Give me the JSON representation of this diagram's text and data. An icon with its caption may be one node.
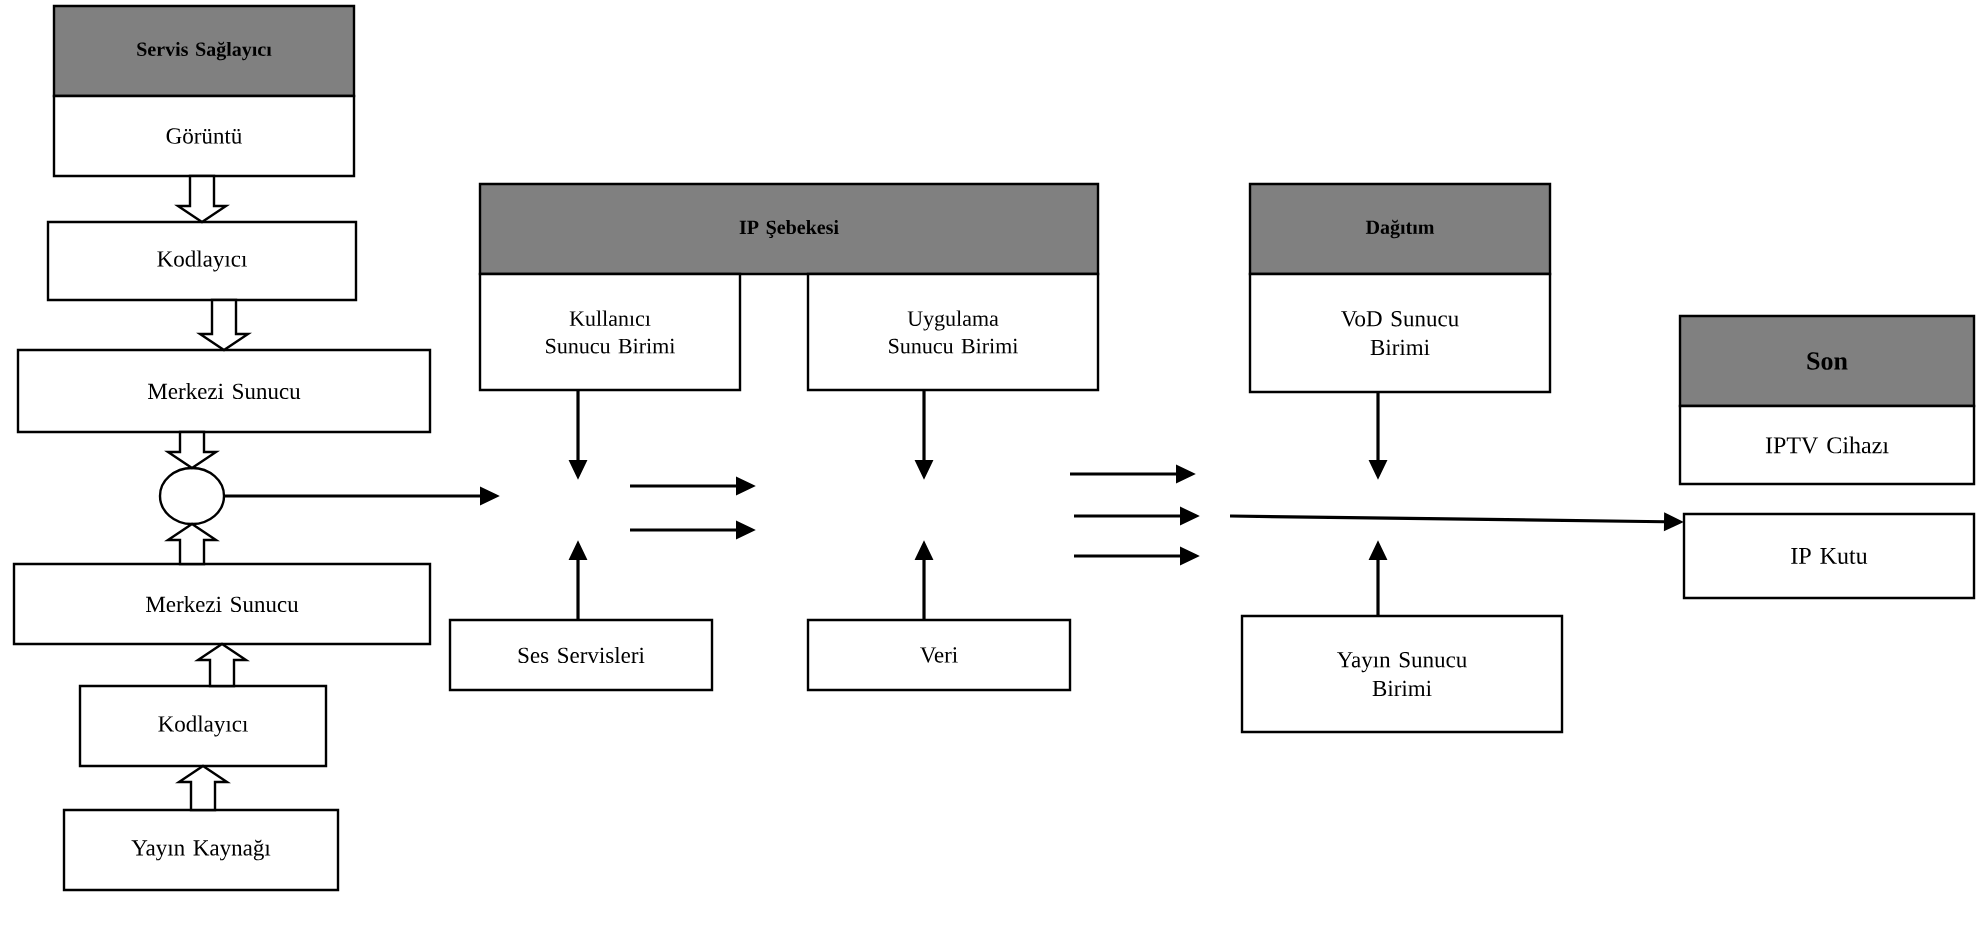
{
  "diagram": {
    "nodes": [
      {
        "text": [
          "Servis Sağlayıcı"
        ]
      },
      {
        "text": [
          "Görüntü"
        ]
      },
      {
        "text": [
          "Kodlayıcı"
        ]
      },
      {
        "text": [
          "Merkezi Sunucu"
        ]
      },
      {
        "text": [],
        "shape": "circle"
      },
      {
        "text": [
          "Merkezi Sunucu"
        ]
      },
      {
        "text": [
          "Kodlayıcı"
        ]
      },
      {
        "text": [
          "Yayın Kaynağı"
        ]
      },
      {
        "text": [
          "IP Şebekesi"
        ]
      },
      {
        "text": [
          "Kullanıcı Sunucu Birimi"
        ]
      },
      {
        "text": [
          "Uygulama Sunucu Birimi"
        ]
      },
      {
        "text": [
          "Ses Servisleri"
        ]
      },
      {
        "text": [
          "Veri"
        ]
      },
      {
        "text": [
          "Dağıtım"
        ]
      },
      {
        "text": [
          "VoD Sunucu Birimi"
        ]
      },
      {
        "text": [
          "Yayın Sunucu Birimi"
        ]
      },
      {
        "text": [
          "Son"
        ]
      },
      {
        "text": [
          "IPTV Cihazı"
        ]
      },
      {
        "text": [
          "IP Kutu"
        ]
      }
    ],
    "edges": [
      {
        "from": 1,
        "to": 2,
        "arrow": "to"
      },
      {
        "from": 2,
        "to": 3,
        "arrow": "to"
      },
      {
        "from": 3,
        "to": 4,
        "arrow": "to"
      },
      {
        "from": 5,
        "to": 4,
        "arrow": "to"
      },
      {
        "from": 6,
        "to": 5,
        "arrow": "to"
      },
      {
        "from": 7,
        "to": 6,
        "arrow": "to"
      },
      {
        "from": 4,
        "to": null,
        "arrow": "to"
      },
      {
        "from": 9,
        "to": null,
        "arrow": "to"
      },
      {
        "from": 11,
        "to": null,
        "arrow": "to"
      },
      {
        "from": 10,
        "to": null,
        "arrow": "to"
      },
      {
        "from": 12,
        "to": null,
        "arrow": "to"
      },
      {
        "from": 14,
        "to": null,
        "arrow": "to"
      },
      {
        "from": 15,
        "to": null,
        "arrow": "to"
      },
      {
        "from": null,
        "to": 18,
        "arrow": "to"
      }
    ]
  }
}
